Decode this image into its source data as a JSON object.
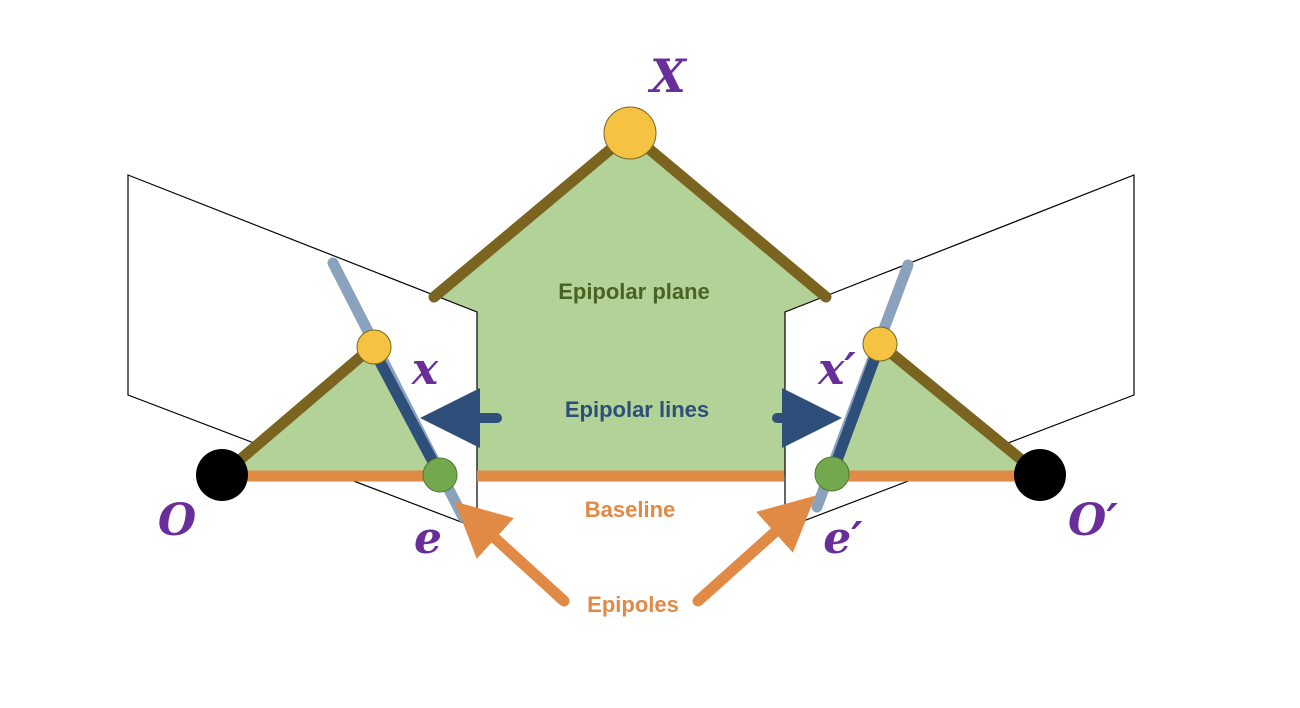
{
  "labels": {
    "point_X": "X",
    "point_x": "x",
    "point_x_prime": "x′",
    "center_O": "O",
    "center_O_prime": "O′",
    "epipole_e": "e",
    "epipole_e_prime": "e′",
    "epipolar_plane": "Epipolar plane",
    "epipolar_lines": "Epipolar lines",
    "baseline": "Baseline",
    "epipoles": "Epipoles"
  },
  "colors": {
    "plane_fill": "#b2d297",
    "plane_edge": "#7a6420",
    "baseline": "#e08a45",
    "epipolar_line_dark": "#2e4f7a",
    "epipolar_line_light": "#8aa2bd",
    "point_yellow": "#f5c242",
    "epipole_green": "#73a84f",
    "camera_center": "#000000",
    "math_label": "#6a2e9a",
    "plane_label": "#4a6323",
    "lines_label": "#2e4f7a",
    "orange_label": "#e08a45"
  }
}
